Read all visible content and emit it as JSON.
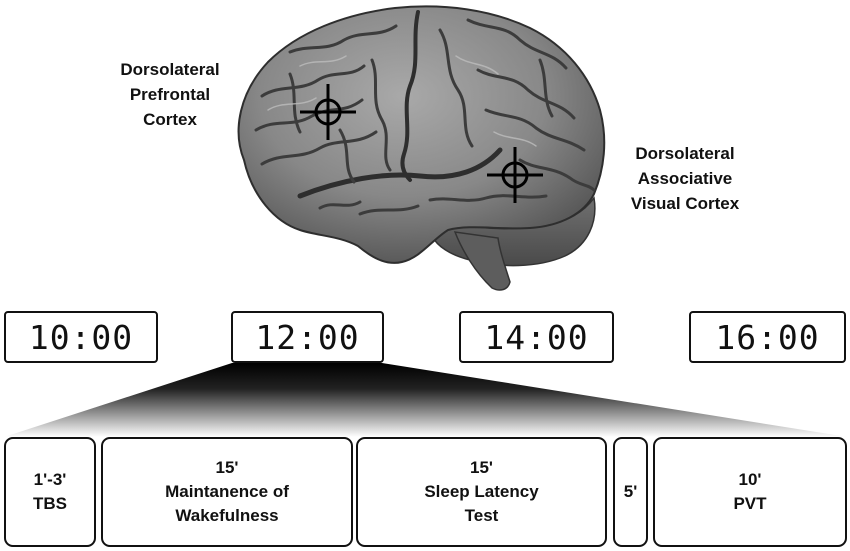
{
  "brain_labels": {
    "dlpfc": [
      "Dorsolateral",
      "Prefrontal",
      "Cortex"
    ],
    "dlavc": [
      "Dorsolateral",
      "Associative",
      "Visual Cortex"
    ]
  },
  "icons": {
    "target_dlpfc": "crosshair-icon",
    "target_dlavc": "crosshair-icon"
  },
  "timeline": {
    "times": [
      "10:00",
      "12:00",
      "14:00",
      "16:00"
    ],
    "expanded_index": 1
  },
  "session": {
    "tbs": {
      "duration": "1'-3'",
      "name": "TBS"
    },
    "mwt": {
      "duration": "15'",
      "name_line1": "Maintanence of",
      "name_line2": "Wakefulness"
    },
    "slt": {
      "duration": "15'",
      "name_line1": "Sleep Latency",
      "name_line2": "Test"
    },
    "pause": {
      "duration": "5'"
    },
    "pvt": {
      "duration": "10'",
      "name": "PVT"
    }
  },
  "colors": {
    "brain_gyri": "#8f8f8f",
    "brain_sulci": "#3c3c3c",
    "brain_highlight": "#b8b8b8",
    "outline": "#111111"
  }
}
